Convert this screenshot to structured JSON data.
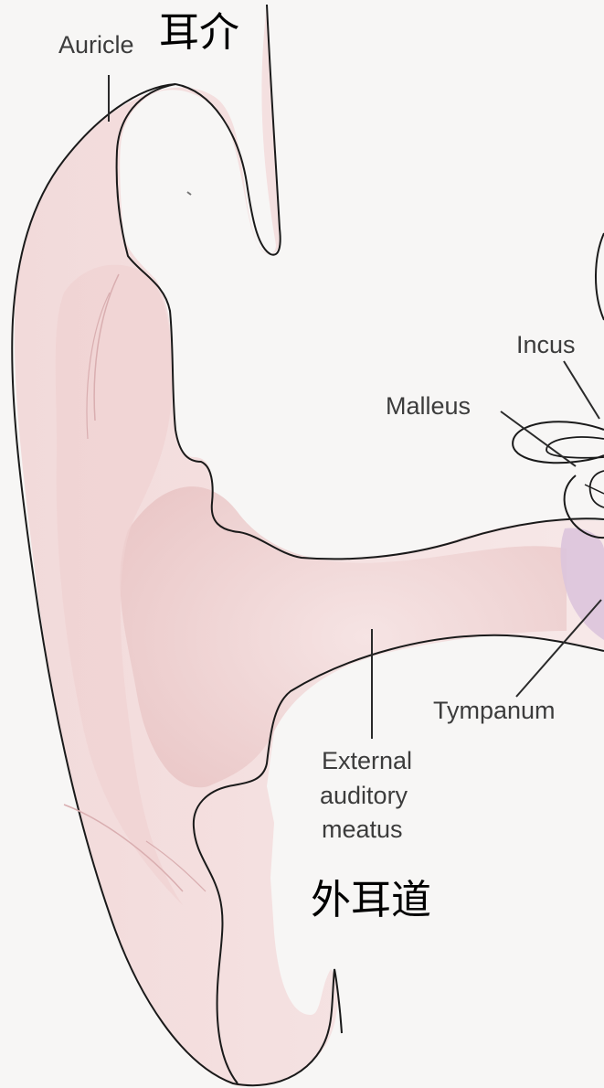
{
  "diagram": {
    "labels": {
      "auricle": "Auricle",
      "incus": "Incus",
      "malleus": "Malleus",
      "tympanum": "Tympanum",
      "meatus": [
        "External",
        "auditory",
        "meatus"
      ]
    },
    "annotations": {
      "auricle_cn": "耳介",
      "meatus_cn": "外耳道"
    },
    "colors": {
      "skin": "#f4dcdc",
      "skin_shadow": "#e9c3c3",
      "eardrum": "#dcc4dc",
      "outline": "#1a1a1a",
      "leader": "#2a2a2a"
    }
  }
}
